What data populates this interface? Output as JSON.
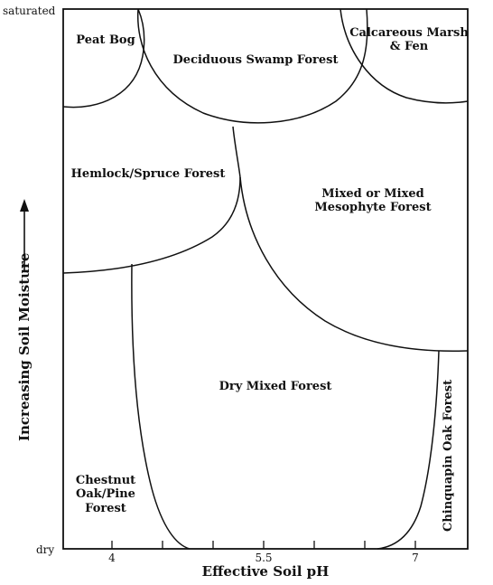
{
  "diagram": {
    "y_axis": {
      "title": "Increasing Soil Moisture",
      "top_label": "saturated",
      "bottom_label": "dry"
    },
    "x_axis": {
      "title": "Effective Soil pH",
      "ticks": [
        "4",
        "5.5",
        "7"
      ]
    },
    "regions": {
      "peat_bog": "Peat Bog",
      "deciduous_swamp": "Deciduous Swamp Forest",
      "calcareous_line1": "Calcareous Marsh",
      "calcareous_line2": "& Fen",
      "hemlock": "Hemlock/Spruce Forest",
      "mixed_line1": "Mixed or Mixed",
      "mixed_line2": "Mesophyte Forest",
      "dry_mixed": "Dry Mixed Forest",
      "chestnut_line1": "Chestnut",
      "chestnut_line2": "Oak/Pine",
      "chestnut_line3": "Forest",
      "chinquapin": "Chinquapin Oak Forest"
    }
  }
}
